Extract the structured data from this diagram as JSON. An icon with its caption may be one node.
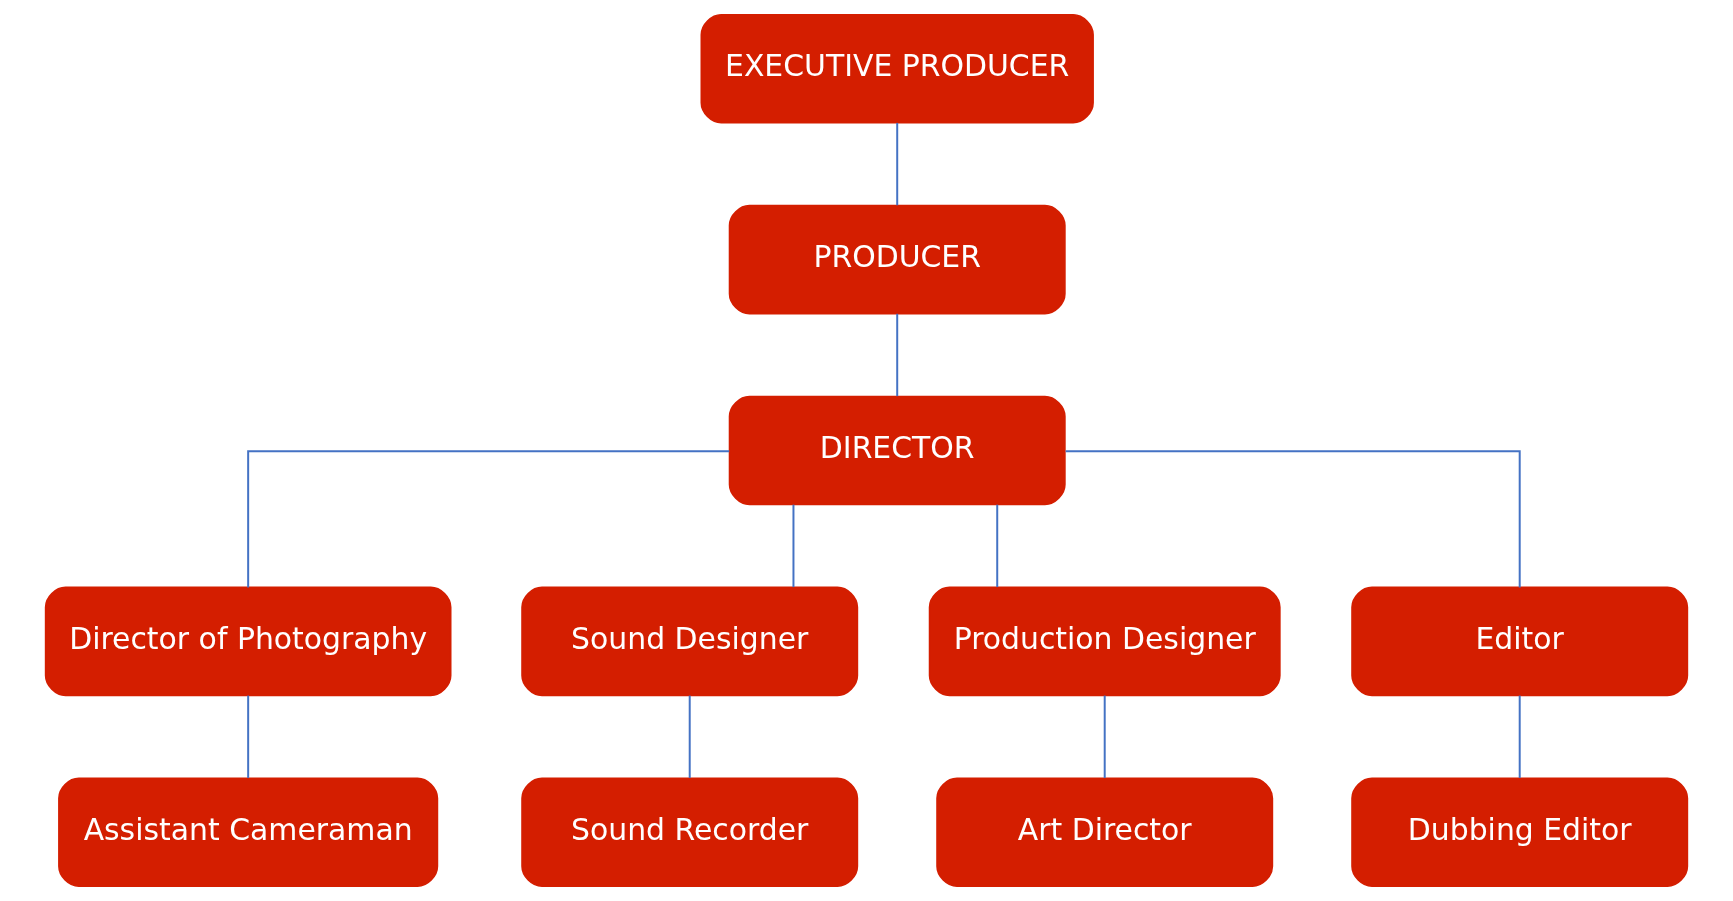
{
  "diagram": {
    "nodes": [
      {
        "text": [
          "EXECUTIVE PRODUCER"
        ]
      },
      {
        "text": [
          "PRODUCER"
        ]
      },
      {
        "text": [
          "DIRECTOR"
        ]
      },
      {
        "text": [
          "Director of Photography"
        ]
      },
      {
        "text": [
          "Sound Designer"
        ]
      },
      {
        "text": [
          "Production Designer"
        ]
      },
      {
        "text": [
          "Editor"
        ]
      },
      {
        "text": [
          "Assistant Cameraman"
        ]
      },
      {
        "text": [
          "Sound Recorder"
        ]
      },
      {
        "text": [
          "Art Director"
        ]
      },
      {
        "text": [
          "Dubbing Editor"
        ]
      }
    ],
    "edges": [
      {
        "from": 0,
        "to": 1,
        "arrow": "none"
      },
      {
        "from": 1,
        "to": 2,
        "arrow": "none"
      },
      {
        "from": 2,
        "to": 3,
        "arrow": "none"
      },
      {
        "from": 2,
        "to": 4,
        "arrow": "none"
      },
      {
        "from": 2,
        "to": 5,
        "arrow": "none"
      },
      {
        "from": 2,
        "to": 6,
        "arrow": "none"
      },
      {
        "from": 3,
        "to": 7,
        "arrow": "none"
      },
      {
        "from": 4,
        "to": 8,
        "arrow": "none"
      },
      {
        "from": 5,
        "to": 9,
        "arrow": "none"
      },
      {
        "from": 6,
        "to": 10,
        "arrow": "none"
      }
    ]
  }
}
